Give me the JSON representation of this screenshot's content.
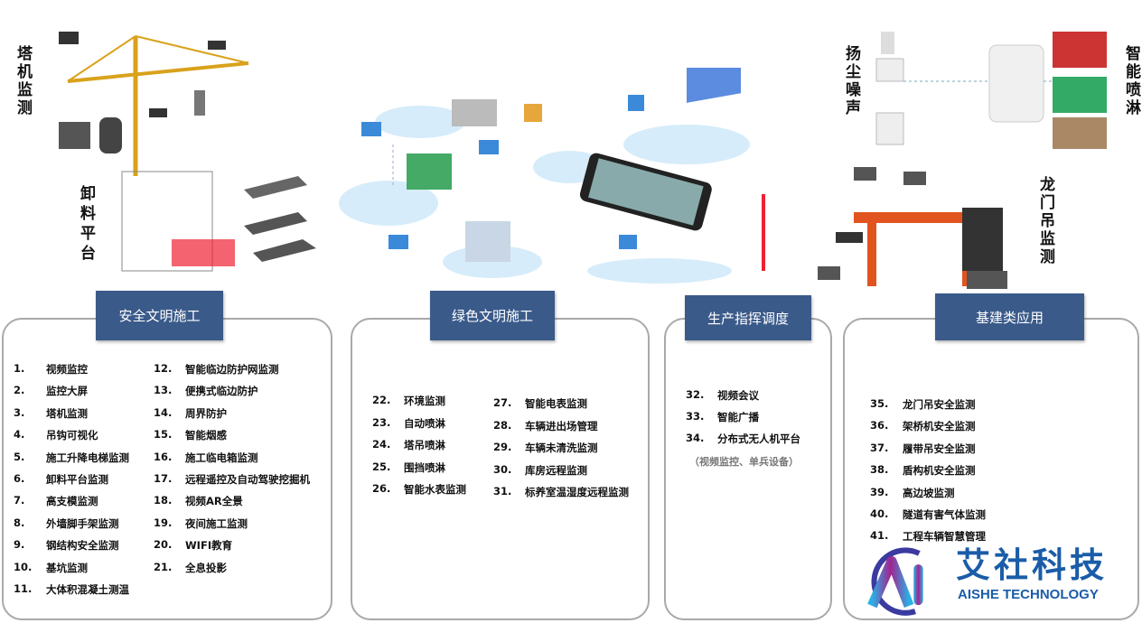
{
  "labels": {
    "tower": "塔机监测",
    "unload": "卸料平台",
    "dust": "扬尘噪声",
    "spray": "智能喷淋",
    "gantry": "龙门吊监测"
  },
  "panels": [
    {
      "title": "安全文明施工",
      "items": [
        [
          "1.",
          "视频监控"
        ],
        [
          "2.",
          "监控大屏"
        ],
        [
          "3.",
          "塔机监测"
        ],
        [
          "4.",
          "吊钩可视化"
        ],
        [
          "5.",
          "施工升降电梯监测"
        ],
        [
          "6.",
          "卸料平台监测"
        ],
        [
          "7.",
          "高支模监测"
        ],
        [
          "8.",
          "外墙脚手架监测"
        ],
        [
          "9.",
          "钢结构安全监测"
        ],
        [
          "10.",
          "基坑监测"
        ],
        [
          "11.",
          "大体积混凝土测温"
        ],
        [
          "12.",
          "智能临边防护网监测"
        ],
        [
          "13.",
          "便携式临边防护"
        ],
        [
          "14.",
          "周界防护"
        ],
        [
          "15.",
          "智能烟感"
        ],
        [
          "16.",
          "施工临电箱监测"
        ],
        [
          "17.",
          "远程遥控及自动驾驶挖掘机"
        ],
        [
          "18.",
          "视频AR全景"
        ],
        [
          "19.",
          "夜间施工监测"
        ],
        [
          "20.",
          "WIFI教育"
        ],
        [
          "21.",
          "全息投影"
        ]
      ]
    },
    {
      "title": "绿色文明施工",
      "items": [
        [
          "22.",
          "环境监测"
        ],
        [
          "23.",
          "自动喷淋"
        ],
        [
          "24.",
          "塔吊喷淋"
        ],
        [
          "25.",
          "围挡喷淋"
        ],
        [
          "26.",
          "智能水表监测"
        ],
        [
          "27.",
          "智能电表监测"
        ],
        [
          "28.",
          "车辆进出场管理"
        ],
        [
          "29.",
          "车辆未清洗监测"
        ],
        [
          "30.",
          "库房远程监测"
        ],
        [
          "31.",
          "标养室温湿度远程监测"
        ]
      ]
    },
    {
      "title": "生产指挥调度",
      "items": [
        [
          "32.",
          "视频会议"
        ],
        [
          "33.",
          "智能广播"
        ],
        [
          "34.",
          "分布式无人机平台"
        ]
      ],
      "note": "（视频监控、单兵设备）"
    },
    {
      "title": "基建类应用",
      "items": [
        [
          "35.",
          "龙门吊安全监测"
        ],
        [
          "36.",
          "架桥机安全监测"
        ],
        [
          "37.",
          "履带吊安全监测"
        ],
        [
          "38.",
          "盾构机安全监测"
        ],
        [
          "39.",
          "高边坡监测"
        ],
        [
          "40.",
          "隧道有害气体监测"
        ],
        [
          "41.",
          "工程车辆智慧管理"
        ]
      ]
    }
  ],
  "logo": {
    "cn": "艾社科技",
    "en": "AISHE TECHNOLOGY",
    "color": "#1a5ca8"
  }
}
